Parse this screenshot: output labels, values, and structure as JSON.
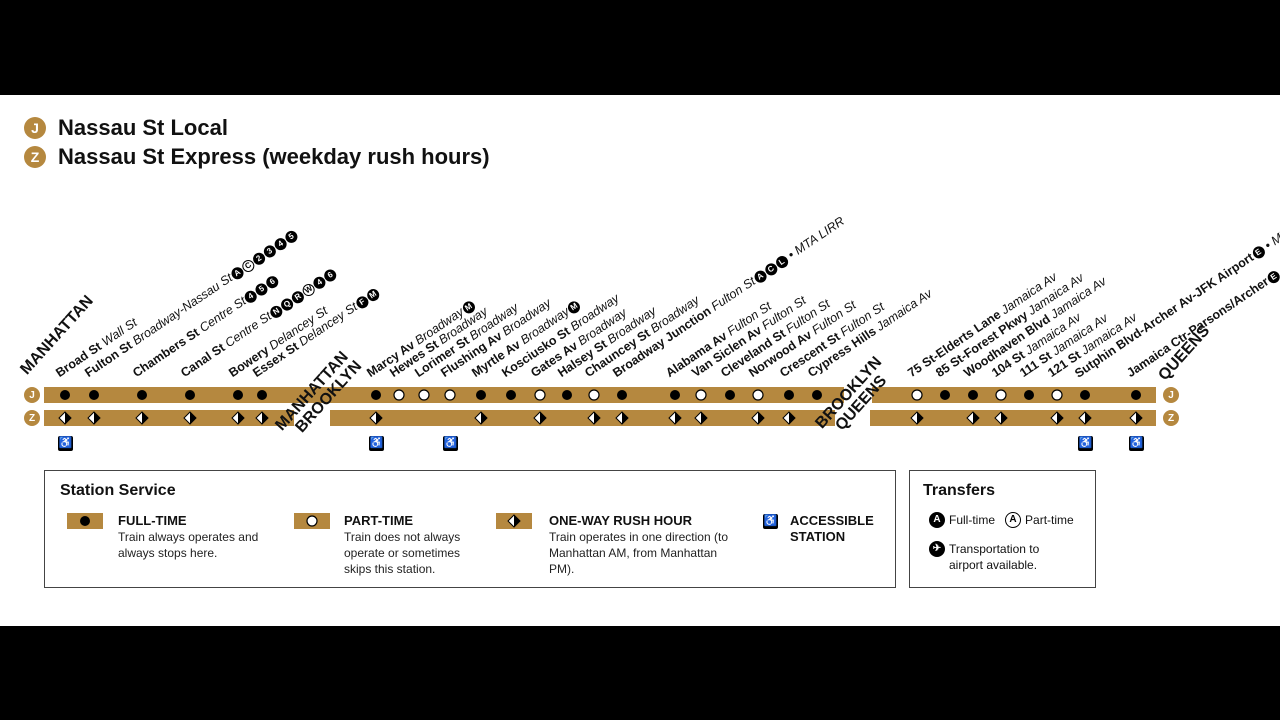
{
  "routes": {
    "j": {
      "bullet": "J",
      "name": "Nassau St Local"
    },
    "z": {
      "bullet": "Z",
      "name": "Nassau St Express (weekday rush hours)"
    }
  },
  "colors": {
    "line": "#b5883f",
    "background": "#ffffff",
    "frame": "#000000"
  },
  "boroughs": {
    "manhattan": "MANHATTAN",
    "manhattan_brooklyn_top": "MANHATTAN",
    "manhattan_brooklyn_bottom": "BROOKLYN",
    "brooklyn_queens_top": "BROOKLYN",
    "brooklyn_queens_bottom": "QUEENS",
    "queens": "QUEENS"
  },
  "stations": [
    {
      "name": "Broad St",
      "street": "Wall St",
      "j": "full",
      "z": "rush",
      "accessible": true,
      "transfers": []
    },
    {
      "name": "Fulton St",
      "street": "Broadway-Nassau St",
      "j": "full",
      "z": "rush",
      "accessible": false,
      "transfers": [
        {
          "t": "A",
          "part": false
        },
        {
          "t": "C",
          "part": true
        },
        {
          "t": "2",
          "part": false
        },
        {
          "t": "3",
          "part": false
        },
        {
          "t": "4",
          "part": false
        },
        {
          "t": "5",
          "part": false
        }
      ]
    },
    {
      "name": "Chambers St",
      "street": "Centre St",
      "j": "full",
      "z": "rush",
      "accessible": false,
      "transfers": [
        {
          "t": "4",
          "part": false
        },
        {
          "t": "5",
          "part": false
        },
        {
          "t": "6",
          "part": false
        }
      ]
    },
    {
      "name": "Canal St",
      "street": "Centre St",
      "j": "full",
      "z": "rush",
      "accessible": false,
      "transfers": [
        {
          "t": "N",
          "part": false
        },
        {
          "t": "Q",
          "part": false
        },
        {
          "t": "R",
          "part": false
        },
        {
          "t": "W",
          "part": true
        },
        {
          "t": "4",
          "part": false
        },
        {
          "t": "6",
          "part": false
        }
      ]
    },
    {
      "name": "Bowery",
      "street": "Delancey St",
      "j": "full",
      "z": "rush",
      "accessible": false,
      "transfers": []
    },
    {
      "name": "Essex St",
      "street": "Delancey St",
      "j": "full",
      "z": "rush",
      "accessible": false,
      "transfers": [
        {
          "t": "F",
          "part": false
        },
        {
          "t": "M",
          "part": false
        }
      ]
    },
    {
      "name": "Marcy Av",
      "street": "Broadway",
      "j": "full",
      "z": "rush",
      "accessible": true,
      "transfers": [
        {
          "t": "M",
          "part": false
        }
      ]
    },
    {
      "name": "Hewes St",
      "street": "Broadway",
      "j": "part",
      "z": "none",
      "accessible": false,
      "transfers": []
    },
    {
      "name": "Lorimer St",
      "street": "Broadway",
      "j": "part",
      "z": "none",
      "accessible": false,
      "transfers": []
    },
    {
      "name": "Flushing Av",
      "street": "Broadway",
      "j": "part",
      "z": "none",
      "accessible": true,
      "transfers": []
    },
    {
      "name": "Myrtle Av",
      "street": "Broadway",
      "j": "full",
      "z": "rush",
      "accessible": false,
      "transfers": [
        {
          "t": "M",
          "part": false
        }
      ]
    },
    {
      "name": "Kosciusko St",
      "street": "Broadway",
      "j": "full",
      "z": "none",
      "accessible": false,
      "transfers": []
    },
    {
      "name": "Gates Av",
      "street": "Broadway",
      "j": "part",
      "z": "rush",
      "accessible": false,
      "transfers": []
    },
    {
      "name": "Halsey St",
      "street": "Broadway",
      "j": "full",
      "z": "none",
      "accessible": false,
      "transfers": []
    },
    {
      "name": "Chauncey St",
      "street": "Broadway",
      "j": "part",
      "z": "rush",
      "accessible": false,
      "transfers": []
    },
    {
      "name": "Broadway Junction",
      "street": "Fulton St",
      "j": "full",
      "z": "rush",
      "accessible": false,
      "transfers": [
        {
          "t": "A",
          "part": false
        },
        {
          "t": "C",
          "part": false
        },
        {
          "t": "L",
          "part": false
        }
      ],
      "extra": "MTA LIRR"
    },
    {
      "name": "Alabama Av",
      "street": "Fulton St",
      "j": "full",
      "z": "rush",
      "accessible": false,
      "transfers": []
    },
    {
      "name": "Van Siclen Av",
      "street": "Fulton St",
      "j": "part",
      "z": "rush",
      "accessible": false,
      "transfers": []
    },
    {
      "name": "Cleveland St",
      "street": "Fulton St",
      "j": "full",
      "z": "none",
      "accessible": false,
      "transfers": []
    },
    {
      "name": "Norwood Av",
      "street": "Fulton St",
      "j": "part",
      "z": "rush",
      "accessible": false,
      "transfers": []
    },
    {
      "name": "Crescent St",
      "street": "Fulton St",
      "j": "full",
      "z": "rush",
      "accessible": false,
      "transfers": []
    },
    {
      "name": "Cypress Hills",
      "street": "Jamaica Av",
      "j": "full",
      "z": "none",
      "accessible": false,
      "transfers": []
    },
    {
      "name": "75 St-Elderts Lane",
      "street": "Jamaica Av",
      "j": "part",
      "z": "rush",
      "accessible": false,
      "transfers": []
    },
    {
      "name": "85 St-Forest Pkwy",
      "street": "Jamaica Av",
      "j": "full",
      "z": "none",
      "accessible": false,
      "transfers": []
    },
    {
      "name": "Woodhaven Blvd",
      "street": "Jamaica Av",
      "j": "full",
      "z": "rush",
      "accessible": false,
      "transfers": []
    },
    {
      "name": "104 St",
      "street": "Jamaica Av",
      "j": "part",
      "z": "rush",
      "accessible": false,
      "transfers": []
    },
    {
      "name": "111 St",
      "street": "Jamaica Av",
      "j": "full",
      "z": "none",
      "accessible": false,
      "transfers": []
    },
    {
      "name": "121 St",
      "street": "Jamaica Av",
      "j": "part",
      "z": "rush",
      "accessible": false,
      "transfers": []
    },
    {
      "name": "Sutphin Blvd-Archer Av-JFK Airport",
      "street": "",
      "j": "full",
      "z": "rush",
      "accessible": true,
      "transfers": [
        {
          "t": "E",
          "part": false
        }
      ],
      "extra": "MTA LIRR",
      "airport": true
    },
    {
      "name": "Jamaica Ctr-Parsons/Archer",
      "street": "",
      "j": "full",
      "z": "rush",
      "accessible": true,
      "transfers": [
        {
          "t": "E",
          "part": false
        }
      ]
    }
  ],
  "legend": {
    "station_service": {
      "title": "Station Service",
      "full_time": {
        "label": "FULL-TIME",
        "desc": "Train always operates and always stops here."
      },
      "part_time": {
        "label": "PART-TIME",
        "desc": "Train does not always operate or sometimes skips this station."
      },
      "one_way": {
        "label": "ONE-WAY RUSH HOUR",
        "desc": "Train operates in one direction (to Manhattan AM, from Manhattan PM)."
      },
      "accessible": {
        "label": "ACCESSIBLE STATION"
      }
    },
    "transfers": {
      "title": "Transfers",
      "bullet": "A",
      "full": "Full-time",
      "part": "Part-time",
      "airport": "Transportation to airport available."
    }
  }
}
